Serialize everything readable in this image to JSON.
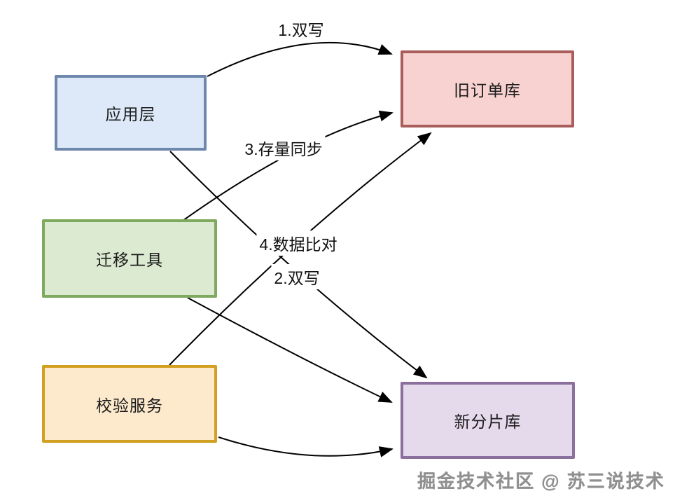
{
  "diagram": {
    "title": "order database migration diagram",
    "line_color": "#000000",
    "nodes": [
      {
        "id": "app-layer",
        "label": "应用层",
        "fill": "#dde9f8",
        "border": "#6e87ad"
      },
      {
        "id": "migration-tool",
        "label": "迁移工具",
        "fill": "#dcead1",
        "border": "#7fa95f"
      },
      {
        "id": "validation-service",
        "label": "校验服务",
        "fill": "#fdeacd",
        "border": "#d2a020"
      },
      {
        "id": "old-order-db",
        "label": "旧订单库",
        "fill": "#f8d2d0",
        "border": "#a95e5b"
      },
      {
        "id": "new-shard-db",
        "label": "新分片库",
        "fill": "#e5d9ec",
        "border": "#8b6f9c"
      }
    ],
    "edges": [
      {
        "id": "app-to-old",
        "label": "1.双写"
      },
      {
        "id": "app-to-new",
        "label": "2.双写"
      },
      {
        "id": "migration-to-old",
        "label": "3.存量同步"
      },
      {
        "id": "migration-to-new",
        "label": ""
      },
      {
        "id": "validation-to-old",
        "label": "4.数据比对"
      },
      {
        "id": "validation-to-new",
        "label": ""
      }
    ],
    "watermark": "掘金技术社区 @ 苏三说技术"
  }
}
